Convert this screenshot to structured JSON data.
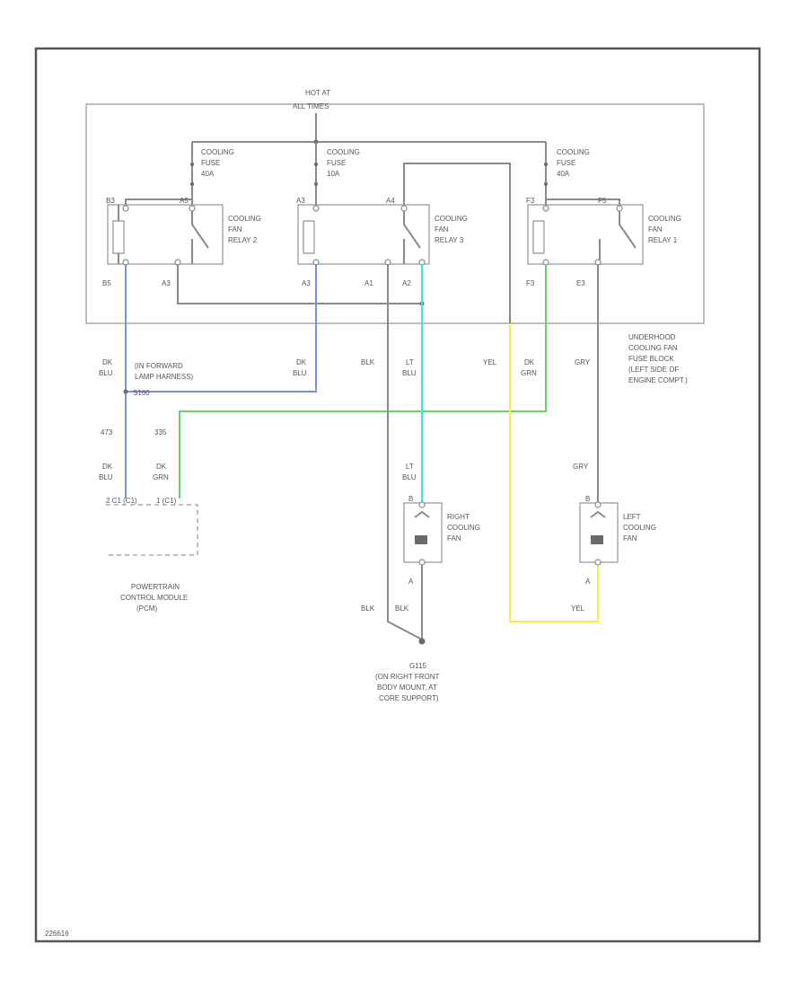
{
  "hot_at_label": "HOT AT",
  "hot_at_sub": "ALL TIMES",
  "fuses": [
    {
      "line1": "COOLING",
      "line2": "FUSE",
      "line3": "40A"
    },
    {
      "line1": "COOLING",
      "line2": "FUSE",
      "line3": "10A"
    },
    {
      "line1": "COOLING",
      "line2": "FUSE",
      "line3": "40A"
    }
  ],
  "relays": [
    {
      "line1": "COOLING",
      "line2": "FAN",
      "line3": "RELAY 2",
      "pin_tl": "B3",
      "pin_tr": "A5",
      "pin_bl": "B5",
      "pin_br": "A3"
    },
    {
      "line1": "COOLING",
      "line2": "FAN",
      "line3": "RELAY 3",
      "pin_tl": "A3",
      "pin_tr": "A4",
      "pin_bl": "A3",
      "pin_ml": "A1",
      "pin_br": "A2"
    },
    {
      "line1": "COOLING",
      "line2": "FAN",
      "line3": "RELAY 1",
      "pin_tl": "F3",
      "pin_tr": "F5",
      "pin_bl": "F3",
      "pin_br": "E3"
    }
  ],
  "fuse_block": {
    "line1": "UNDERHOOD",
    "line2": "COOLING FAN",
    "line3": "FUSE BLOCK",
    "line4": "(LEFT SIDE OF",
    "line5": "ENGINE COMPT.)"
  },
  "wire_labels": {
    "dk_blu_a": {
      "l1": "DK",
      "l2": "BLU"
    },
    "dk_blu_b": {
      "l1": "DK",
      "l2": "BLU"
    },
    "blk_a": "BLK",
    "lt_blu_a": {
      "l1": "LT",
      "l2": "BLU"
    },
    "yel_a": "YEL",
    "dk_grn_a": {
      "l1": "DK",
      "l2": "GRN"
    },
    "gry_a": "GRY",
    "pin_473": "473",
    "pin_335": "335",
    "dk_blu_c": {
      "l1": "DK",
      "l2": "BLU"
    },
    "dk_grn_c": {
      "l1": "DK",
      "l2": "GRN"
    },
    "lt_blu_b": {
      "l1": "LT",
      "l2": "BLU"
    },
    "gry_b": "GRY",
    "blk_b": "BLK",
    "blk_c": "BLK",
    "yel_b": "YEL"
  },
  "harness_note": {
    "l1": "(IN FORWARD",
    "l2": "LAMP HARNESS)",
    "l3": "S160"
  },
  "pcm": {
    "pin_a": "2 C1 (C1)",
    "pin_b": "1 (C1)",
    "line1": "POWERTRAIN",
    "line2": "CONTROL MODULE",
    "line3": "(PCM)"
  },
  "right_fan": {
    "line1": "RIGHT",
    "line2": "COOLING",
    "line3": "FAN",
    "pin_top": "B",
    "pin_bot": "A"
  },
  "left_fan": {
    "line1": "LEFT",
    "line2": "COOLING",
    "line3": "FAN",
    "pin_top": "B",
    "pin_bot": "A"
  },
  "ground": {
    "line1": "G115",
    "line2": "(ON RIGHT FRONT",
    "line3": "BODY MOUNT, AT",
    "line4": "CORE SUPPORT)"
  },
  "footer_code": "226616",
  "colors": {
    "dk_blu": "#7c8fe0",
    "dk_grn": "#63d46a",
    "lt_blu": "#35e6ee",
    "yel": "#f3f04a",
    "wire": "#8a8a8a"
  }
}
